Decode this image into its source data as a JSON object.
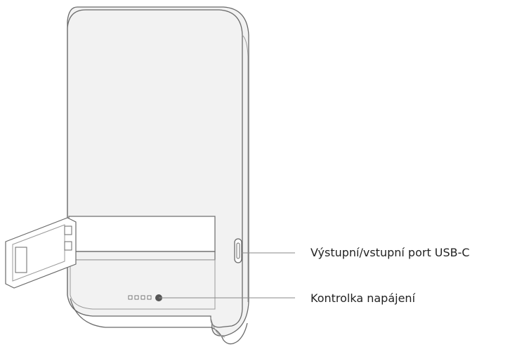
{
  "callouts": [
    {
      "id": "usb-c-port",
      "text": "Výstupní/vstupní port USB-C"
    },
    {
      "id": "power-indicator",
      "text": "Kontrolka napájení"
    }
  ],
  "colors": {
    "outline": "#6a6a6a",
    "outline_light": "#9a9a9a",
    "body_fill": "#f2f2f2",
    "leader_line": "#8a8a8a",
    "text": "#222222",
    "led_dot": "#555555"
  },
  "indicator": {
    "small_led_count": 4
  }
}
